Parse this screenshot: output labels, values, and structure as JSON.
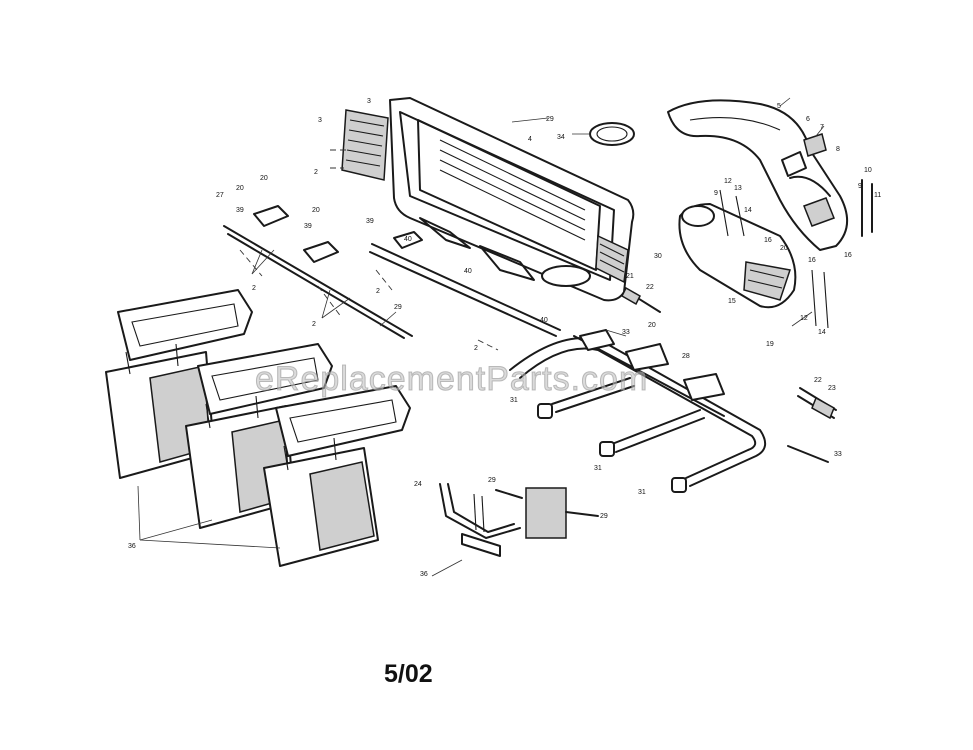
{
  "watermark": "eReplacementParts.com",
  "date_code": "5/02",
  "callouts": [
    {
      "id": "c3a",
      "text": "3"
    },
    {
      "id": "c3b",
      "text": "3"
    },
    {
      "id": "c2a",
      "text": "2"
    },
    {
      "id": "c29a",
      "text": "29"
    },
    {
      "id": "c34a",
      "text": "34"
    },
    {
      "id": "c4",
      "text": "4"
    },
    {
      "id": "c5",
      "text": "5"
    },
    {
      "id": "c6",
      "text": "6"
    },
    {
      "id": "c7",
      "text": "7"
    },
    {
      "id": "c8",
      "text": "8"
    },
    {
      "id": "c10",
      "text": "10"
    },
    {
      "id": "c9",
      "text": "9"
    },
    {
      "id": "c11",
      "text": "11"
    },
    {
      "id": "c12a",
      "text": "12"
    },
    {
      "id": "c13",
      "text": "13"
    },
    {
      "id": "c9b",
      "text": "9"
    },
    {
      "id": "c14a",
      "text": "14"
    },
    {
      "id": "c27",
      "text": "27"
    },
    {
      "id": "c20a",
      "text": "20"
    },
    {
      "id": "c20b",
      "text": "20"
    },
    {
      "id": "c20c",
      "text": "20"
    },
    {
      "id": "c39a",
      "text": "39"
    },
    {
      "id": "c39b",
      "text": "39"
    },
    {
      "id": "c39c",
      "text": "39"
    },
    {
      "id": "c40a",
      "text": "40"
    },
    {
      "id": "c2b",
      "text": "2"
    },
    {
      "id": "c2c",
      "text": "2"
    },
    {
      "id": "c2d",
      "text": "2"
    },
    {
      "id": "c29b",
      "text": "29"
    },
    {
      "id": "c40b",
      "text": "40"
    },
    {
      "id": "c40c",
      "text": "40"
    },
    {
      "id": "c2e",
      "text": "2"
    },
    {
      "id": "c30",
      "text": "30"
    },
    {
      "id": "c21",
      "text": "21"
    },
    {
      "id": "c22a",
      "text": "22"
    },
    {
      "id": "c20d",
      "text": "20"
    },
    {
      "id": "c16a",
      "text": "16"
    },
    {
      "id": "c20e",
      "text": "20"
    },
    {
      "id": "c15",
      "text": "15"
    },
    {
      "id": "c16b",
      "text": "16"
    },
    {
      "id": "c16c",
      "text": "16"
    },
    {
      "id": "c12b",
      "text": "12"
    },
    {
      "id": "c14b",
      "text": "14"
    },
    {
      "id": "c19",
      "text": "19"
    },
    {
      "id": "c33a",
      "text": "33"
    },
    {
      "id": "c28",
      "text": "28"
    },
    {
      "id": "c31a",
      "text": "31"
    },
    {
      "id": "c31b",
      "text": "31"
    },
    {
      "id": "c31c",
      "text": "31"
    },
    {
      "id": "c22b",
      "text": "22"
    },
    {
      "id": "c23",
      "text": "23"
    },
    {
      "id": "c33b",
      "text": "33"
    },
    {
      "id": "c24",
      "text": "24"
    },
    {
      "id": "c29c",
      "text": "29"
    },
    {
      "id": "c29d",
      "text": "29"
    },
    {
      "id": "c36",
      "text": "36"
    },
    {
      "id": "c38",
      "text": "36"
    }
  ]
}
